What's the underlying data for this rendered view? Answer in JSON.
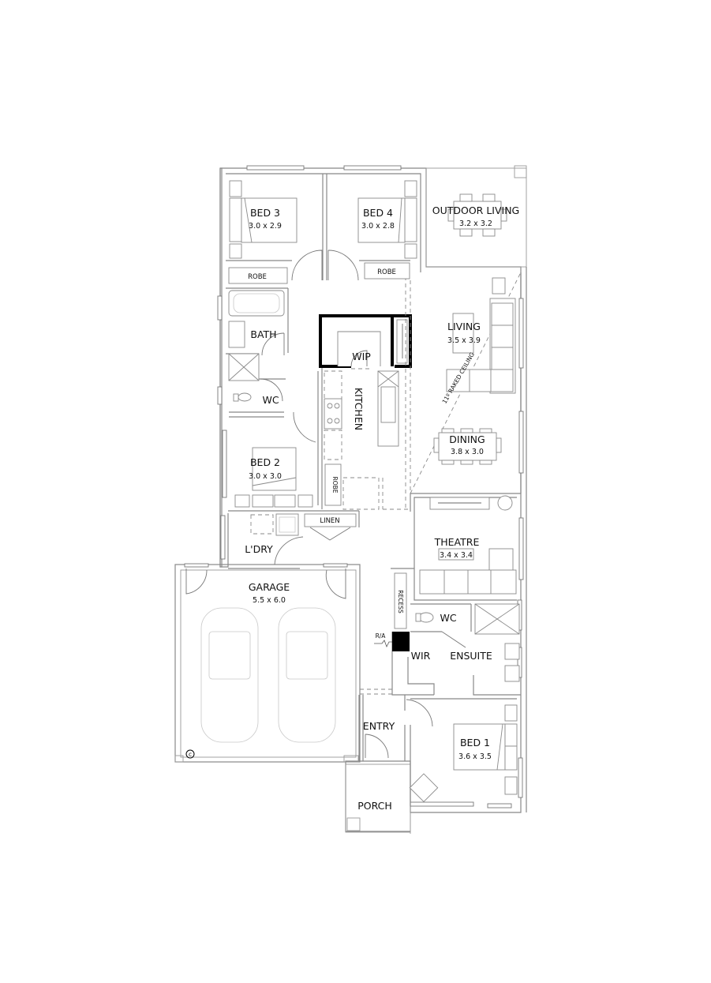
{
  "plan": {
    "rooms": {
      "bed3": {
        "label": "BED 3",
        "dims": "3.0 x 2.9"
      },
      "bed4": {
        "label": "BED 4",
        "dims": "3.0 x 2.8"
      },
      "outdoor_living": {
        "label": "OUTDOOR LIVING",
        "dims": "3.2 x 3.2"
      },
      "robe_bed3": {
        "label": "ROBE"
      },
      "robe_bed4": {
        "label": "ROBE"
      },
      "bath": {
        "label": "BATH"
      },
      "wc_main": {
        "label": "WC"
      },
      "wip": {
        "label": "WIP"
      },
      "kitchen": {
        "label": "KITCHEN"
      },
      "living": {
        "label": "LIVING",
        "dims": "3.5 x 3.9"
      },
      "raked_ceiling": {
        "label": "11º RAKED CEILING"
      },
      "dining": {
        "label": "DINING",
        "dims": "3.8 x 3.0"
      },
      "bed2": {
        "label": "BED 2",
        "dims": "3.0 x 3.0"
      },
      "robe_bed2": {
        "label": "ROBE"
      },
      "linen": {
        "label": "LINEN"
      },
      "laundry": {
        "label": "L'DRY"
      },
      "theatre": {
        "label": "THEATRE",
        "dims": "3.4 x 3.4"
      },
      "garage": {
        "label": "GARAGE",
        "dims": "5.5 x 6.0"
      },
      "recess": {
        "label": "RECESS"
      },
      "wc_ensuite": {
        "label": "WC"
      },
      "ra": {
        "label": "R/A"
      },
      "wir": {
        "label": "WIR"
      },
      "ensuite": {
        "label": "ENSUITE"
      },
      "entry": {
        "label": "ENTRY"
      },
      "bed1": {
        "label": "BED 1",
        "dims": "3.6 x 3.5"
      },
      "porch": {
        "label": "PORCH"
      }
    },
    "symbols": {
      "garage_c": "c"
    }
  }
}
